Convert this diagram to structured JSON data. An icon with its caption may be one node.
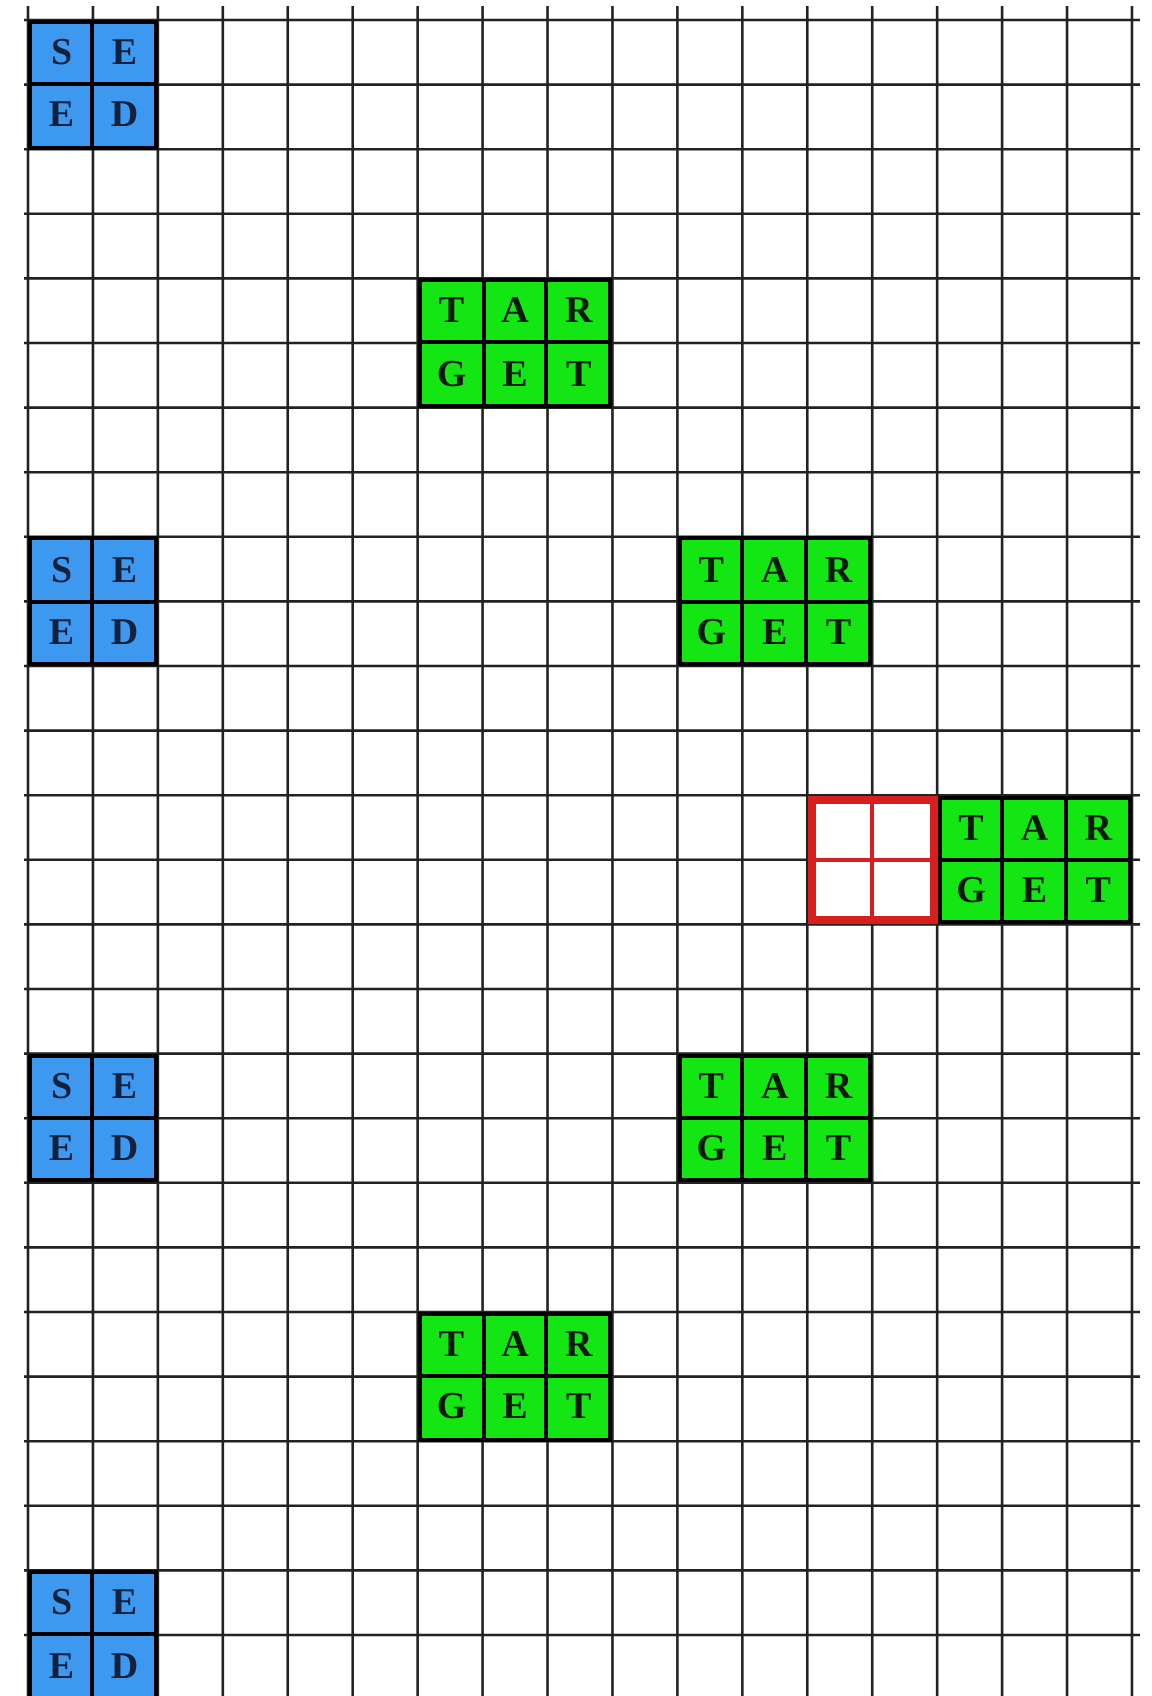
{
  "diagram": {
    "nodes": [
      {
        "text": [
          "S",
          "E",
          "E",
          "D"
        ]
      },
      {
        "text": [
          "T",
          "A",
          "R",
          "G",
          "E",
          "T"
        ]
      },
      {
        "text": [
          "S",
          "E",
          "E",
          "D"
        ]
      },
      {
        "text": [
          "T",
          "A",
          "R",
          "G",
          "E",
          "T"
        ]
      },
      {
        "text": [],
        "shape": "box"
      },
      {
        "text": [
          "T",
          "A",
          "R",
          "G",
          "E",
          "T"
        ]
      },
      {
        "text": [
          "S",
          "E",
          "E",
          "D"
        ]
      },
      {
        "text": [
          "T",
          "A",
          "R",
          "G",
          "E",
          "T"
        ]
      },
      {
        "text": [
          "T",
          "A",
          "R",
          "G",
          "E",
          "T"
        ]
      },
      {
        "text": [
          "S",
          "E",
          "E",
          "D"
        ]
      }
    ]
  }
}
